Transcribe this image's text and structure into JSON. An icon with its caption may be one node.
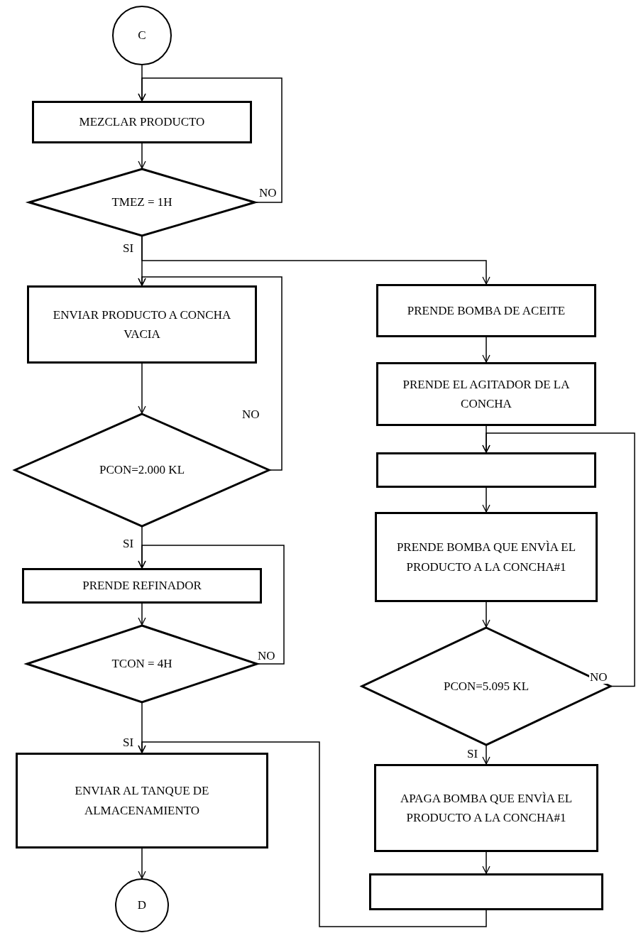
{
  "diagram": {
    "nodes": [
      {
        "text": [
          "C"
        ]
      },
      {
        "text": [
          "MEZCLAR PRODUCTO"
        ]
      },
      {
        "text": [
          "TMEZ = 1H"
        ]
      },
      {
        "text": [
          "ENVIAR PRODUCTO A CONCHA VACIA"
        ]
      },
      {
        "text": [
          "PCON=2.000 KL"
        ]
      },
      {
        "text": [
          "PRENDE REFINADOR"
        ]
      },
      {
        "text": [
          "TCON = 4H"
        ]
      },
      {
        "text": [
          "ENVIAR AL TANQUE DE ALMACENAMIENTO"
        ]
      },
      {
        "text": [
          "D"
        ]
      },
      {
        "text": [
          "PRENDE BOMBA DE ACEITE"
        ]
      },
      {
        "text": [
          "PRENDE EL AGITADOR DE LA CONCHA"
        ]
      },
      {
        "text": [],
        "shape": "box"
      },
      {
        "text": [
          "PRENDE BOMBA QUE ENVÌA EL PRODUCTO A LA CONCHA#1"
        ]
      },
      {
        "text": [
          "PCON=5.095 KL"
        ]
      },
      {
        "text": [
          "APAGA BOMBA QUE ENVÌA EL PRODUCTO A LA CONCHA#1"
        ]
      },
      {
        "text": [],
        "shape": "box"
      }
    ],
    "edges": [
      {
        "from": 0,
        "to": 1,
        "arrow": "to"
      },
      {
        "from": 1,
        "to": 2,
        "arrow": "to"
      },
      {
        "from": 2,
        "to": 1,
        "arrow": "to",
        "label": "NO"
      },
      {
        "from": 2,
        "to": 3,
        "arrow": "to",
        "label": "SI"
      },
      {
        "from": 2,
        "to": 9,
        "arrow": "to"
      },
      {
        "from": 3,
        "to": 4,
        "arrow": "to"
      },
      {
        "from": 4,
        "to": 3,
        "arrow": "to",
        "label": "NO"
      },
      {
        "from": 4,
        "to": 5,
        "arrow": "to",
        "label": "SI"
      },
      {
        "from": 5,
        "to": 6,
        "arrow": "to"
      },
      {
        "from": 6,
        "to": 5,
        "arrow": "to",
        "label": "NO"
      },
      {
        "from": 6,
        "to": 7,
        "arrow": "to",
        "label": "SI"
      },
      {
        "from": 7,
        "to": 8,
        "arrow": "to"
      },
      {
        "from": 9,
        "to": 10,
        "arrow": "to"
      },
      {
        "from": 10,
        "to": 11,
        "arrow": "to"
      },
      {
        "from": 11,
        "to": 12,
        "arrow": "to"
      },
      {
        "from": 12,
        "to": 13,
        "arrow": "to"
      },
      {
        "from": 13,
        "to": 11,
        "arrow": "to",
        "label": "NO"
      },
      {
        "from": 13,
        "to": 14,
        "arrow": "to",
        "label": "SI"
      },
      {
        "from": 14,
        "to": 15,
        "arrow": "to"
      },
      {
        "from": 15,
        "to": 7,
        "arrow": "to"
      }
    ]
  }
}
